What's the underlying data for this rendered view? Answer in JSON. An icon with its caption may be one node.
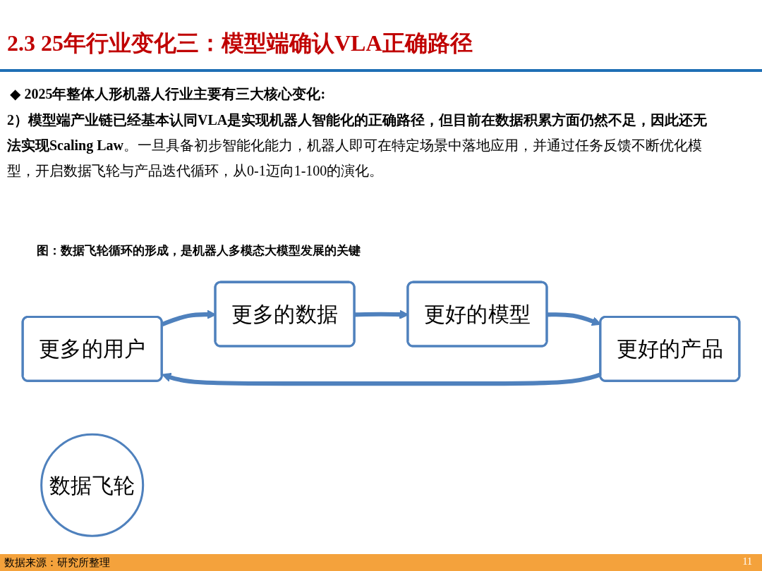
{
  "diagram": {
    "title": "2.3 25年行业变化三：模型端确认VLA正确路径",
    "caption": "图：数据飞轮循环的形成，是机器人多模态大模型发展的关键",
    "nodes": [
      {
        "text": [
          "更多的用户"
        ]
      },
      {
        "text": [
          "更多的数据"
        ]
      },
      {
        "text": [
          "更好的模型"
        ]
      },
      {
        "text": [
          "更好的产品"
        ]
      },
      {
        "text": [
          "数据飞轮"
        ]
      }
    ],
    "edges": [
      {
        "from": 0,
        "to": 1,
        "arrow": "to"
      },
      {
        "from": 1,
        "to": 2,
        "arrow": "to"
      },
      {
        "from": 2,
        "to": 3,
        "arrow": "to"
      },
      {
        "from": 3,
        "to": 0,
        "arrow": "to"
      }
    ],
    "labels": [
      "◆ 2025年整体人形机器人行业主要有三大核心变化:",
      "**2）模型端产业链已经基本认同VLA是实现机器人智能化的正确路径，但目前在数据积累方面仍然不足，因此还无法实现Scaling Law**。一旦具备初步智能化能力，机器人即可在特定场景中落地应用，并通过任务反馈不断优化模型，开启数据飞轮与产品迭代循环，从0-1迈向1-100的演化。",
      "数据来源：研究所整理",
      "11"
    ]
  }
}
